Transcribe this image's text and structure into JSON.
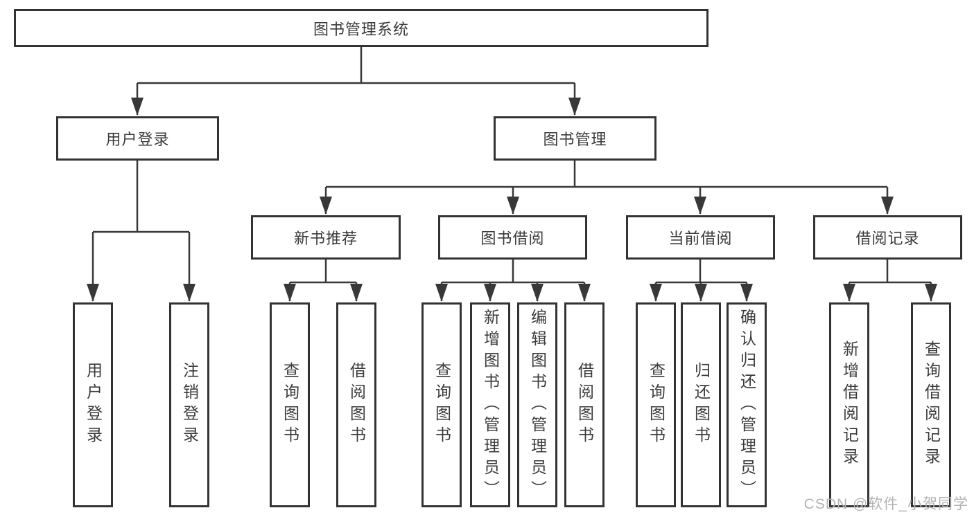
{
  "diagram_title": "图书管理系统",
  "nodes": {
    "root": "图书管理系统",
    "user_login": "用户登录",
    "book_mgmt": "图书管理",
    "new_book_rec": "新书推荐",
    "book_borrow": "图书借阅",
    "current_borrow": "当前借阅",
    "borrow_record": "借阅记录",
    "leaf_user_login": "用户登录",
    "leaf_logout": "注销登录",
    "leaf_query_book_1": "查询图书",
    "leaf_borrow_book_1": "借阅图书",
    "leaf_query_book_2": "查询图书",
    "leaf_add_book": "新增图书（管理员）",
    "leaf_edit_book": "编辑图书（管理员）",
    "leaf_borrow_book_2": "借阅图书",
    "leaf_query_book_3": "查询图书",
    "leaf_return_book": "归还图书",
    "leaf_confirm_return": "确认归还（管理员）",
    "leaf_add_record": "新增借阅记录",
    "leaf_query_record": "查询借阅记录"
  },
  "watermark": "CSDN @软件_小贺同学",
  "colors": {
    "line": "#383838",
    "border": "#333333",
    "text": "#3b3b3b",
    "background": "#ffffff",
    "watermark": "#b3b3b3"
  }
}
